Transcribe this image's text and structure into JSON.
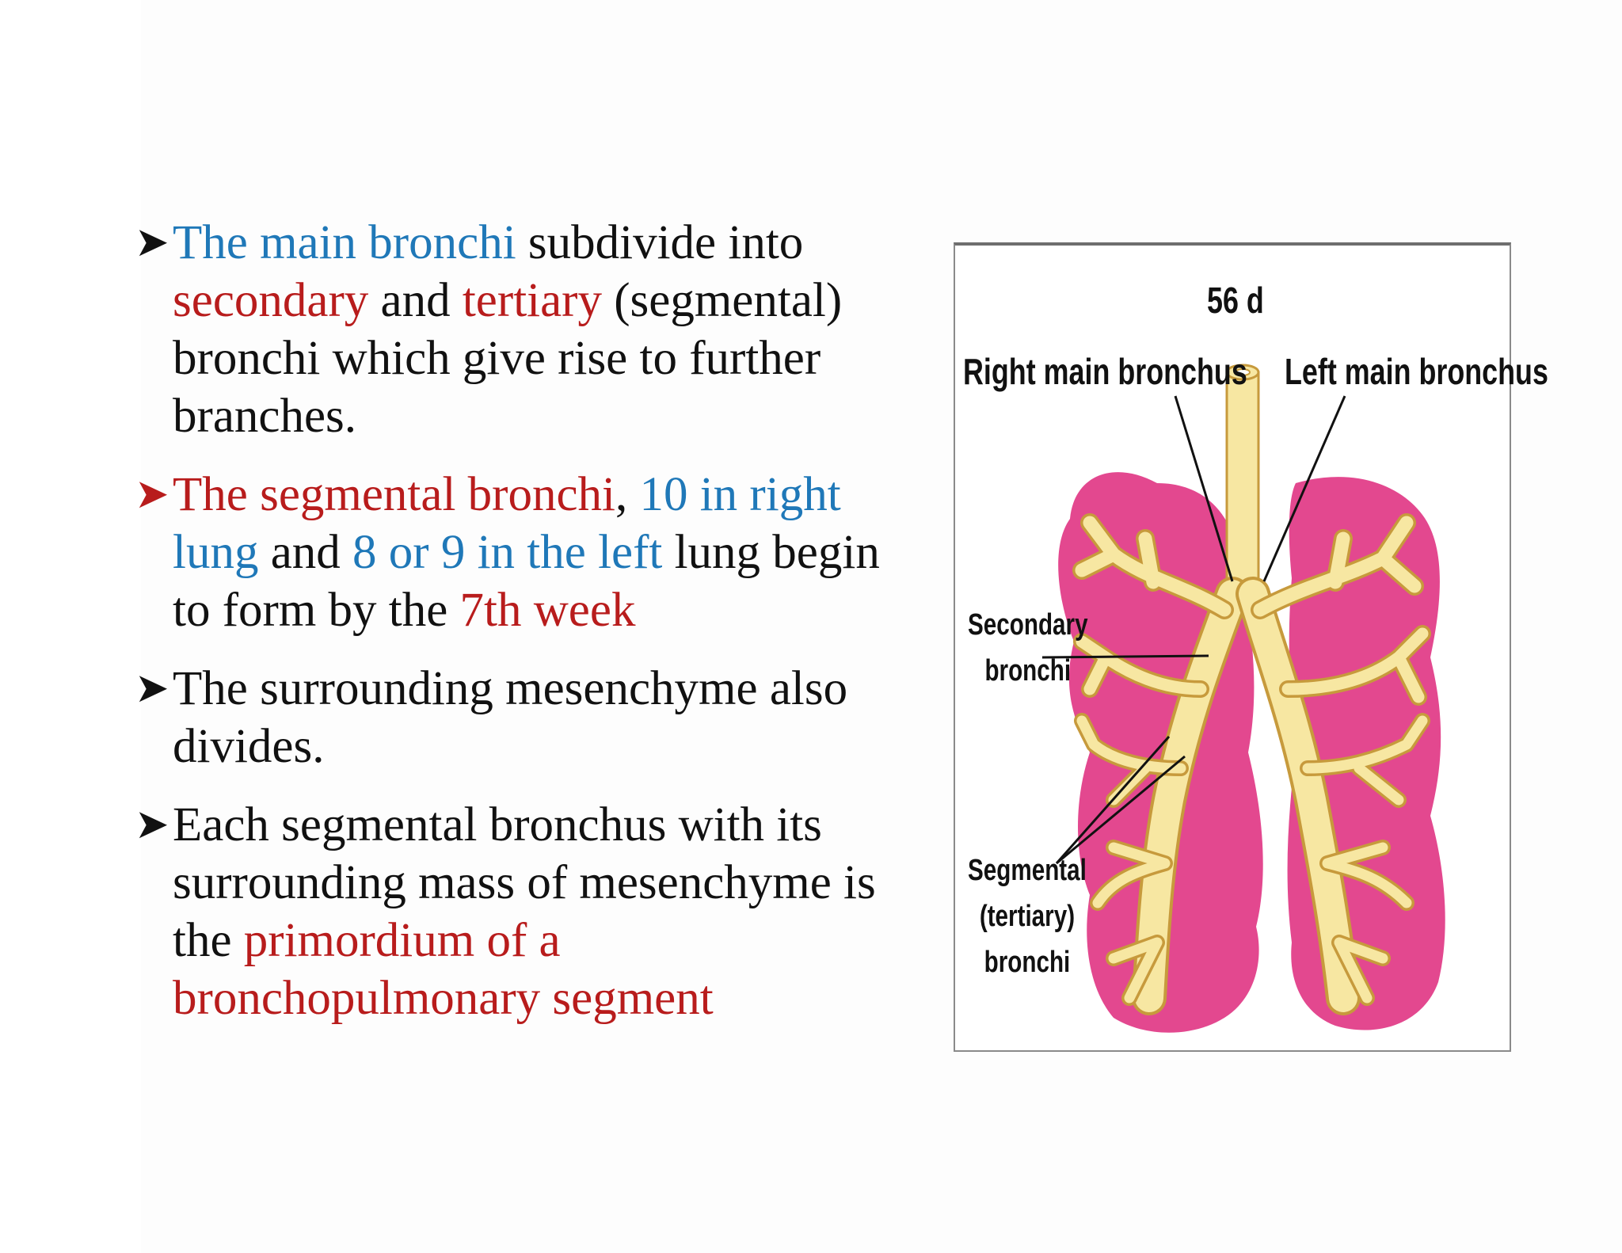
{
  "bullets": [
    {
      "parts": [
        {
          "text": "The main bronchi",
          "color": "blue"
        },
        {
          "text": " subdivide into ",
          "color": "black"
        },
        {
          "text": "secondary",
          "color": "red"
        },
        {
          "text": " and ",
          "color": "black"
        },
        {
          "text": "tertiary",
          "color": "red"
        },
        {
          "text": " (segmental) bronchi which give rise to further branches.",
          "color": "black"
        }
      ]
    },
    {
      "arrow_color": "red",
      "parts": [
        {
          "text": "The segmental bronchi",
          "color": "red"
        },
        {
          "text": ", ",
          "color": "black"
        },
        {
          "text": "10 in right lung",
          "color": "blue"
        },
        {
          "text": " and ",
          "color": "black"
        },
        {
          "text": "8 or 9 in the left",
          "color": "blue"
        },
        {
          "text": " lung begin to form by the ",
          "color": "black"
        },
        {
          "text": "7th week",
          "color": "red"
        }
      ]
    },
    {
      "parts": [
        {
          "text": "The surrounding mesenchyme also divides.",
          "color": "black"
        }
      ]
    },
    {
      "parts": [
        {
          "text": " Each segmental bronchus with its surrounding mass of mesenchyme is the ",
          "color": "black"
        },
        {
          "text": "primordium of a bronchopulmonary segment",
          "color": "red"
        }
      ]
    }
  ],
  "figure": {
    "age_label": "56 d",
    "right_label": "Right main bronchus",
    "left_label": "Left main bronchus",
    "secondary_label_1": "Secondary",
    "secondary_label_2": "bronchi",
    "segmental_label_1": "Segmental",
    "segmental_label_2": "(tertiary)",
    "segmental_label_3": "bronchi"
  },
  "colors": {
    "blue": "#1f78b8",
    "red": "#b81c1c",
    "lung_pink": "#e3488f",
    "bronchi_yellow": "#f7e7a2",
    "bronchi_edge": "#c79a3c"
  }
}
